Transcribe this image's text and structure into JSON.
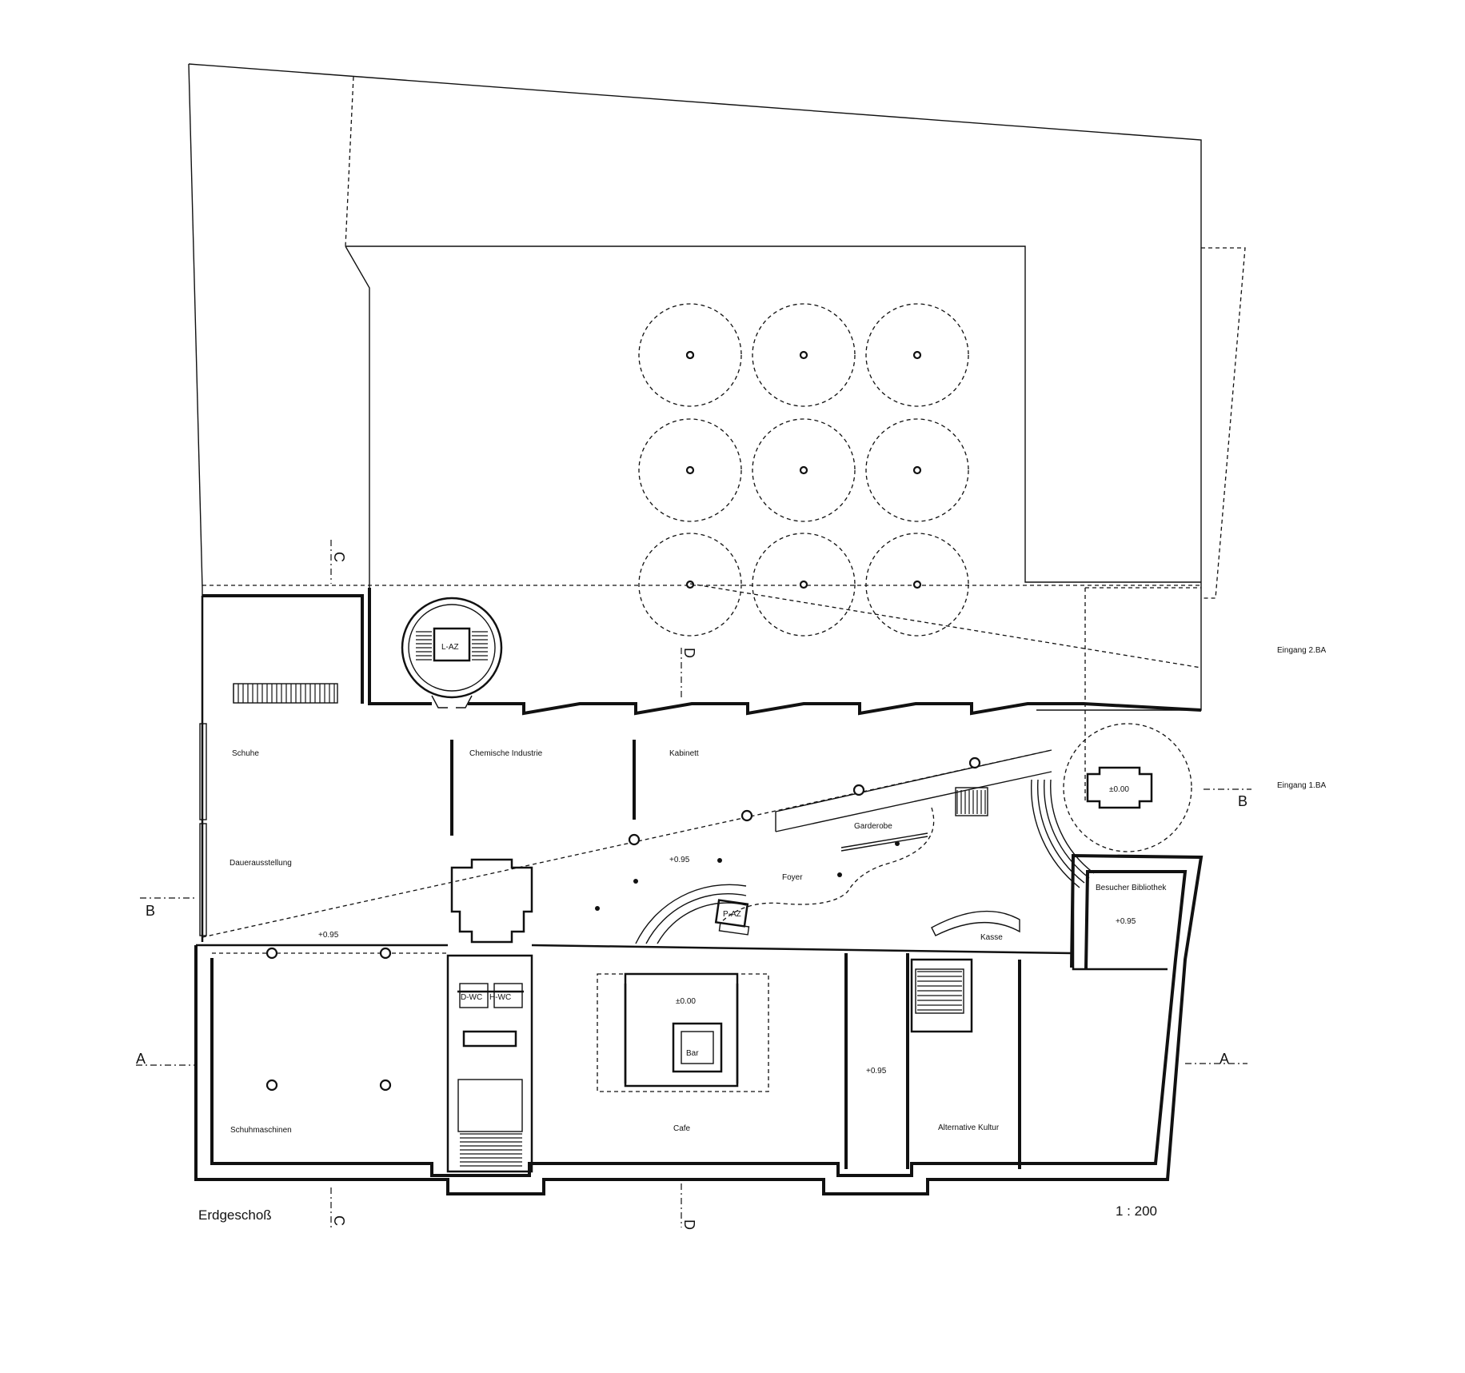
{
  "drawing": {
    "title": "Erdgeschoß",
    "scale": "1 : 200"
  },
  "sections": {
    "a": "A",
    "b": "B",
    "c": "C",
    "d": "D"
  },
  "entrances": {
    "entrance_2": "Eingang 2.BA",
    "entrance_1": "Eingang 1.BA"
  },
  "rooms": {
    "schuhe": "Schuhe",
    "chemische": "Chemische Industrie",
    "kabinett": "Kabinett",
    "dauer": "Dauerausstellung",
    "garderobe": "Garderobe",
    "foyer": "Foyer",
    "bibliothek": "Besucher Bibliothek",
    "kasse": "Kasse",
    "d_wc": "D-WC",
    "h_wc": "H-WC",
    "bar": "Bar",
    "cafe": "Cafe",
    "schuhmaschinen": "Schuhmaschinen",
    "alternative": "Alternative Kultur",
    "l_az": "L-AZ",
    "p_az": "P-AZ"
  },
  "levels": {
    "foyer": "+0.95",
    "west": "+0.95",
    "bar": "±0.00",
    "corridor": "+0.95",
    "library": "+0.95",
    "rotunda": "±0.00"
  }
}
